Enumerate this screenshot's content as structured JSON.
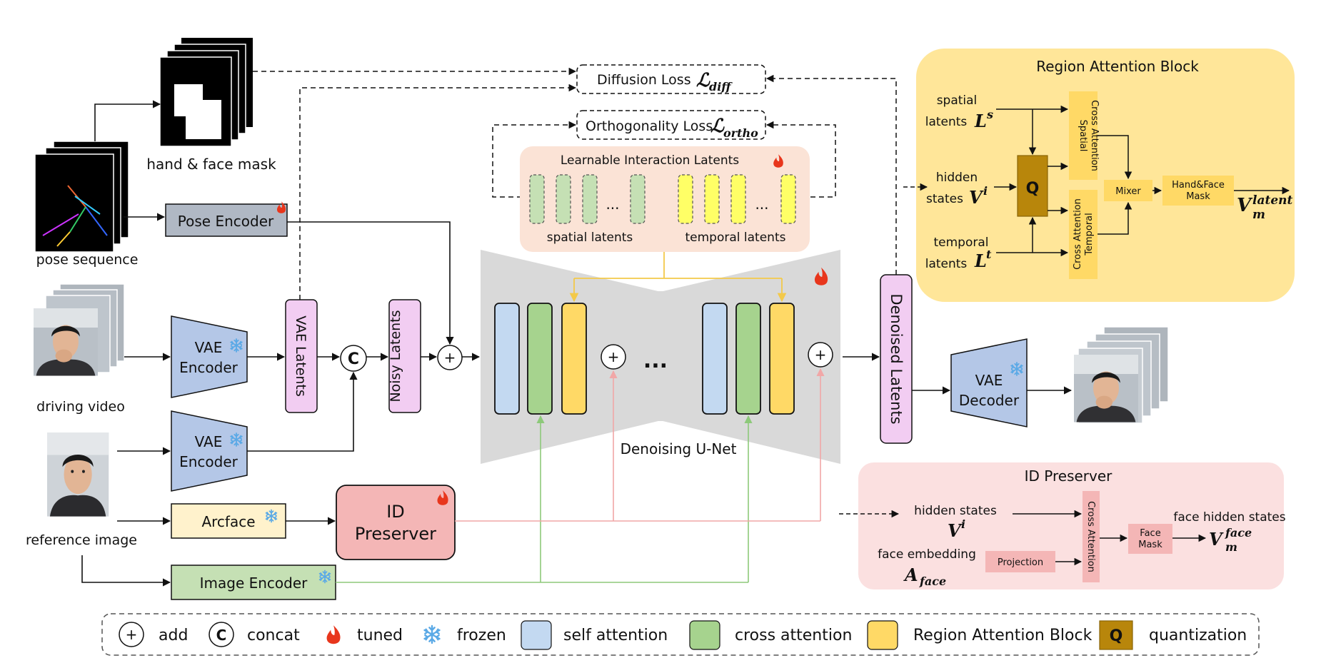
{
  "inputs": {
    "hand_face_mask": "hand & face mask",
    "pose_sequence": "pose sequence",
    "driving_video": "driving video",
    "reference_image": "reference image"
  },
  "modules": {
    "pose_encoder": "Pose Encoder",
    "vae_encoder": [
      "VAE",
      "Encoder"
    ],
    "vae_latents": "VAE Latents",
    "concat_symbol": "C",
    "noisy_latents": "Noisy Latents",
    "arcface": "Arcface",
    "id_preserver": [
      "ID",
      "Preserver"
    ],
    "image_encoder": "Image Encoder",
    "unet_label": "Denoising U-Net",
    "denoised_latents": "Denoised Latents",
    "vae_decoder": [
      "VAE",
      "Decoder"
    ],
    "ellipsis": "..."
  },
  "losses": {
    "diffusion": {
      "text": "Diffusion Loss",
      "symbol": "ℒ",
      "sub": "diff"
    },
    "orthogonality": {
      "text": "Orthogonality Loss",
      "symbol": "ℒ",
      "sub": "ortho"
    }
  },
  "interaction": {
    "title": "Learnable Interaction Latents",
    "spatial": "spatial latents",
    "temporal": "temporal latents",
    "dots": "..."
  },
  "region_attention": {
    "title": "Region Attention Block",
    "spatial_lines": [
      "spatial",
      "latents"
    ],
    "spatial_sym": "L",
    "spatial_sup": "s",
    "hidden_lines": [
      "hidden",
      "states"
    ],
    "hidden_sym": "V",
    "hidden_sup": "i",
    "temporal_lines": [
      "temporal",
      "latents"
    ],
    "temporal_sym": "L",
    "temporal_sup": "t",
    "q": "Q",
    "spatial_ca": [
      "Spatial",
      "Cross Attention"
    ],
    "temporal_ca": [
      "Temporal",
      "Cross Attention"
    ],
    "mixer": "Mixer",
    "mask": [
      "Hand&Face",
      "Mask"
    ],
    "out_sym": "V",
    "out_sup": "latent",
    "out_sub": "m"
  },
  "id_block": {
    "title": "ID Preserver",
    "hidden_states": "hidden states",
    "hidden_sym": "V",
    "hidden_sup": "i",
    "face_embedding": "face  embedding",
    "face_sym": "A",
    "face_sub": "face",
    "projection": "Projection",
    "cross_attention": "Cross Attention",
    "face_mask": [
      "Face",
      "Mask"
    ],
    "face_hidden": "face hidden states",
    "out_sym": "V",
    "out_sup": "face",
    "out_sub": "m"
  },
  "legend": {
    "add": "add",
    "concat_symbol": "C",
    "concat": "concat",
    "tuned": "tuned",
    "frozen": "frozen",
    "self_attention": "self attention",
    "cross_attention": "cross attention",
    "region_block": "Region Attention Block",
    "q_symbol": "Q",
    "quantization": "quantization"
  },
  "colors": {
    "self_attention": "#c3d9f1",
    "cross_attention": "#a6d38e",
    "region_block": "#ffd966",
    "quantization": "#b8860b",
    "vae": "#b4c7e7",
    "latents_pink": "#f2cdf2",
    "id_preserver": "#f4b6b6",
    "arcface": "#fff2cc",
    "image_encoder": "#c5e0b4",
    "pose_encoder": "#b0b8c4",
    "unet_gray": "#d9d9d9",
    "region_panel": "#ffe699",
    "id_panel": "#fbe0e0",
    "interaction_panel": "#fbe3d6",
    "green_line": "#8dc97a",
    "pink_line": "#f1a7a7",
    "yellow_line": "#f3c94a",
    "tuned_flame": "#e8361c",
    "frozen_snow": "#5aa9e6"
  }
}
